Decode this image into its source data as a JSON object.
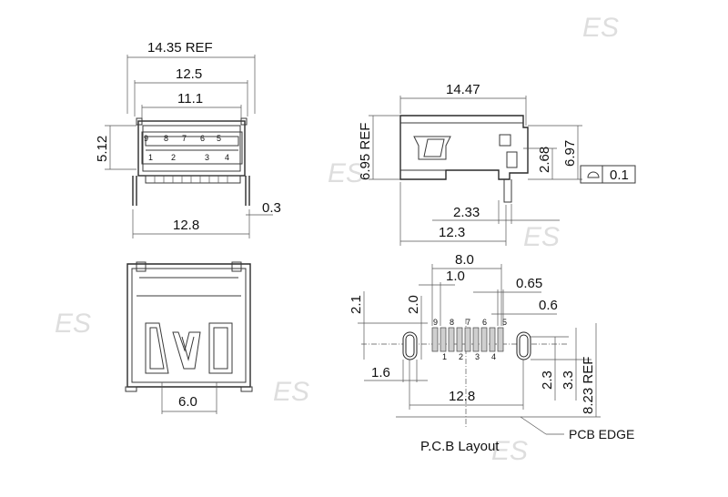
{
  "front_view": {
    "dims": {
      "overall_ref": "14.35 REF",
      "width": "12.5",
      "inner": "11.1",
      "height": "5.12",
      "base": "12.8",
      "tab": "0.3"
    },
    "pins_top": [
      "9",
      "8",
      "7",
      "6",
      "5"
    ],
    "pins_bottom": [
      "1",
      "2",
      "3",
      "4"
    ]
  },
  "side_view": {
    "dims": {
      "length": "14.47",
      "height_ref": "6.95 REF",
      "h1": "2.68",
      "h2": "6.97",
      "tol": "0.1",
      "offset": "2.33",
      "base": "12.3"
    }
  },
  "bottom_view": {
    "dims": {
      "width": "6.0"
    }
  },
  "pcb_layout": {
    "title": "P.C.B Layout",
    "edge_label": "PCB EDGE",
    "dims": {
      "span": "8.0",
      "pitch": "1.0",
      "pad_w": "0.65",
      "pad_gap": "0.6",
      "v_top": "2.1",
      "v_pad": "2.0",
      "hole": "1.6",
      "base": "12.8",
      "d1": "2.3",
      "d2": "3.3",
      "d3": "8.23 REF"
    },
    "pins_top": [
      "9",
      "8",
      "7",
      "6",
      "5"
    ],
    "pins_bottom": [
      "1",
      "2",
      "3",
      "4"
    ]
  },
  "watermark": "ES"
}
